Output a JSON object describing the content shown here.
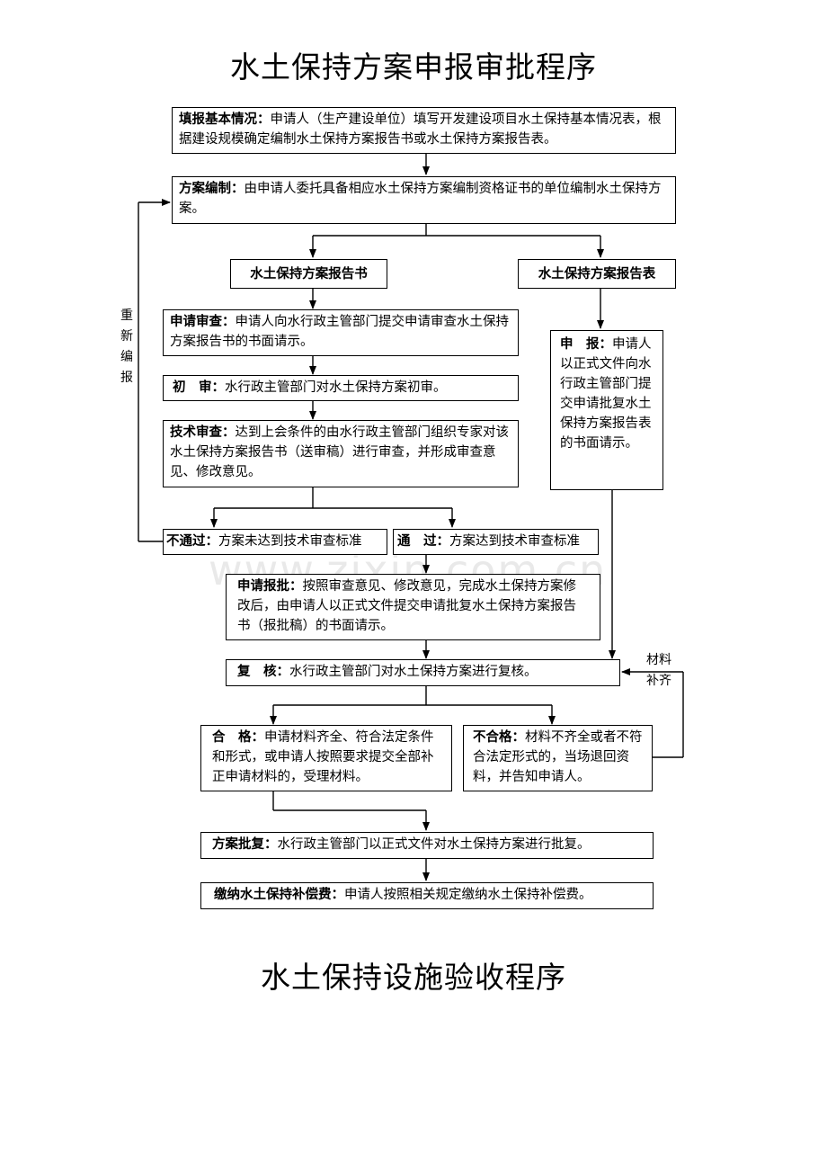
{
  "title_main": "水土保持方案申报审批程序",
  "title_second": "水土保持设施验收程序",
  "watermark": "www.zixin.com.cn",
  "side": {
    "reedit": [
      "重",
      "新",
      "编",
      "报"
    ],
    "material_1": "材料",
    "material_2": "补齐"
  },
  "steps": {
    "fill_info": {
      "head": "填报基本情况：",
      "text": "申请人（生产建设单位）填写开发建设项目水土保持基本情况表，根据建设规模确定编制水土保持方案报告书或水土保持方案报告表。"
    },
    "plan_compile": {
      "head": "方案编制：",
      "text": "由申请人委托具备相应水土保持方案编制资格证书的单位编制水土保持方案。"
    },
    "report_book": {
      "head": "水土保持方案报告书"
    },
    "report_form": {
      "head": "水土保持方案报告表"
    },
    "apply_review": {
      "head": "申请审查：",
      "text": "申请人向水行政主管部门提交申请审查水土保持方案报告书的书面请示。"
    },
    "first_review": {
      "head": "初　审：",
      "text": "水行政主管部门对水土保持方案初审。"
    },
    "tech_review": {
      "head": "技术审查：",
      "text": "达到上会条件的由水行政主管部门组织专家对该水土保持方案报告书（送审稿）进行审查，并形成审查意见、修改意见。"
    },
    "not_pass": {
      "head": "不通过：",
      "text": "方案未达到技术审查标准"
    },
    "pass": {
      "head": "通　过：",
      "text": "方案达到技术审查标准"
    },
    "apply_approval": {
      "head": "申请报批：",
      "text": "按照审查意见、修改意见，完成水土保持方案修改后，由申请人以正式文件提交申请批复水土保持方案报告书（报批稿）的书面请示。"
    },
    "declare": {
      "head": "申　报：",
      "text": "申请人以正式文件向水行政主管部门提交申请批复水土保持方案报告表的书面请示。"
    },
    "recheck": {
      "head": "复　核：",
      "text": "水行政主管部门对水土保持方案进行复核。"
    },
    "qualified": {
      "head": "合　格：",
      "text": "申请材料齐全、符合法定条件和形式，或申请人按照要求提交全部补正申请材料的，受理材料。"
    },
    "unqualified": {
      "head": "不合格：",
      "text": "材料不齐全或者不符合法定形式的，当场退回资料，并告知申请人。"
    },
    "approve": {
      "head": "方案批复：",
      "text": "水行政主管部门以正式文件对水土保持方案进行批复。"
    },
    "pay": {
      "head": "缴纳水土保持补偿费：",
      "text": "申请人按照相关规定缴纳水土保持补偿费。"
    }
  }
}
